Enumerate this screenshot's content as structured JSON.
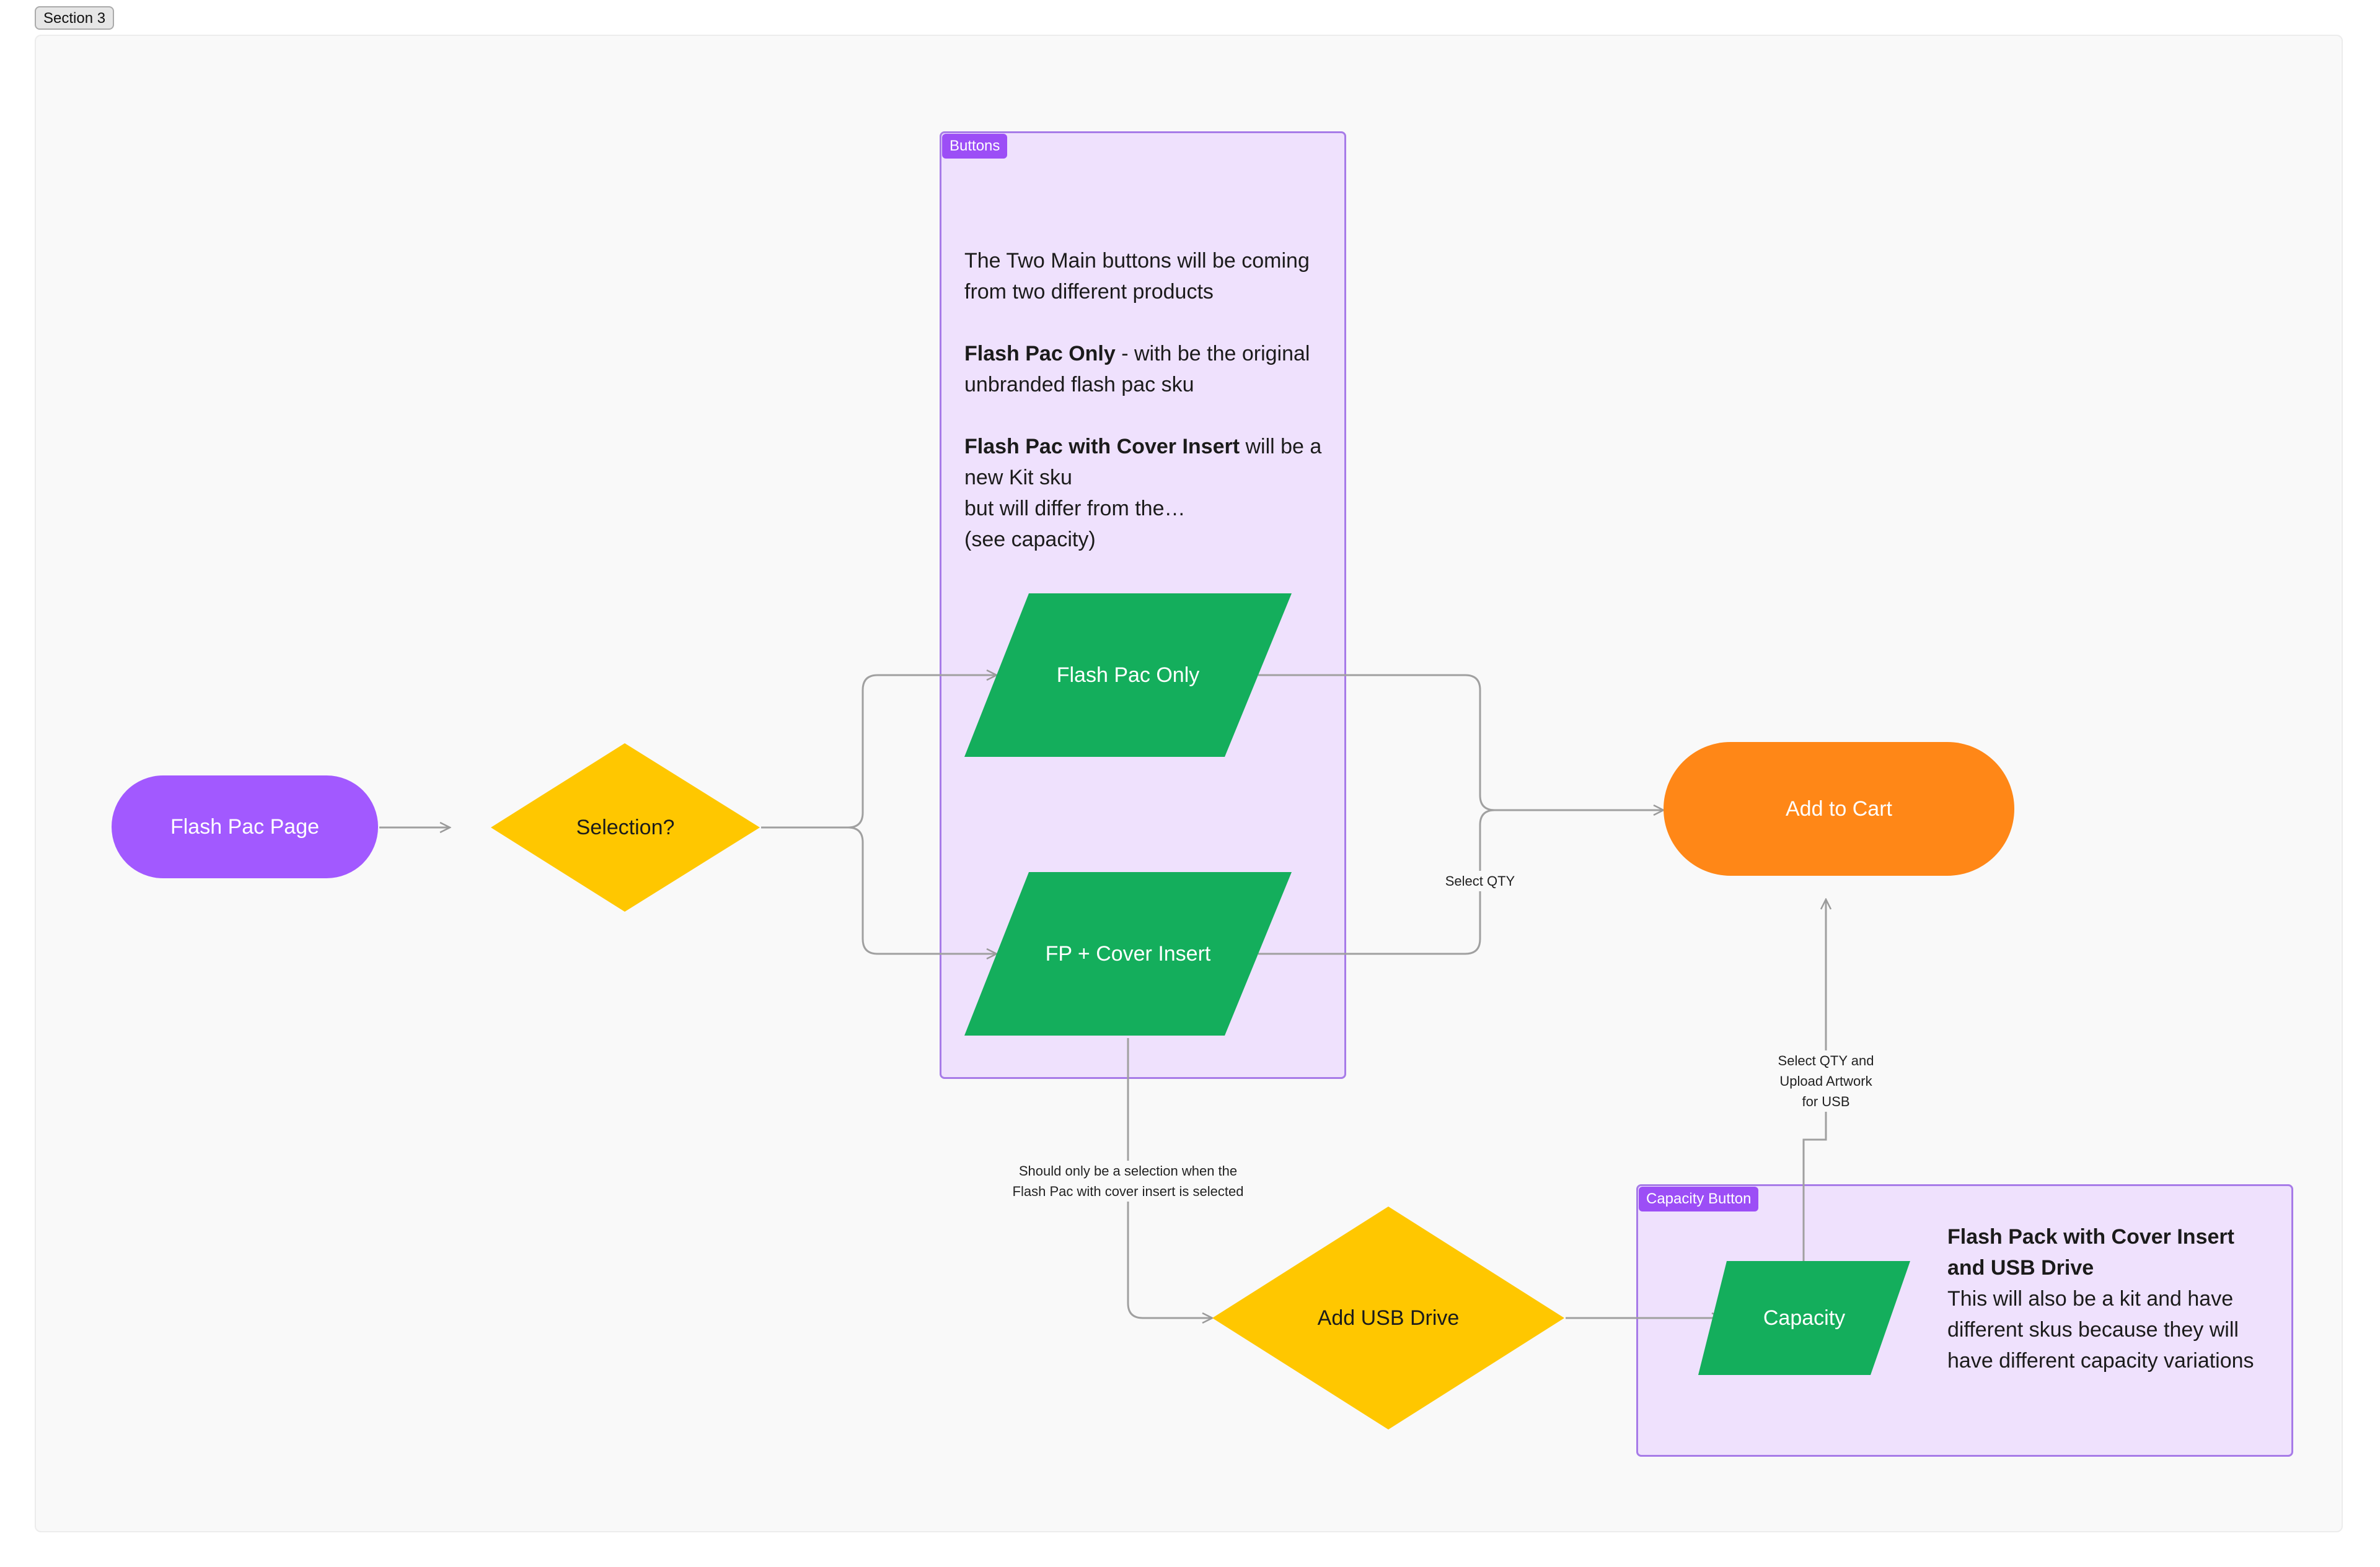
{
  "section": {
    "label": "Section 3"
  },
  "groups": {
    "buttons": {
      "tag": "Buttons",
      "note": {
        "intro": "The Two Main buttons will be coming from two different products",
        "p2_bold": "Flash Pac Only",
        "p2_rest": " - with be the original unbranded flash pac sku",
        "p3_bold": "Flash Pac with Cover Insert",
        "p3_rest": " will be a new Kit sku",
        "p3_line2": "but will differ from the…",
        "p3_line3": "(see capacity)"
      }
    },
    "capacity": {
      "tag": "Capacity Button",
      "note": {
        "bold": "Flash Pack with Cover Insert and USB Drive",
        "body": "This will also be a kit and have different skus because they will have different  capacity variations"
      }
    }
  },
  "nodes": {
    "flash_pac_page": {
      "label": "Flash Pac Page",
      "color": "#a259ff"
    },
    "selection": {
      "label": "Selection?",
      "color": "#ffc700"
    },
    "flash_pac_only": {
      "label": "Flash Pac Only",
      "color": "#14ae5c"
    },
    "fp_cover_insert": {
      "label": "FP + Cover Insert",
      "color": "#14ae5c"
    },
    "add_to_cart": {
      "label": "Add to Cart",
      "color": "#ff8717"
    },
    "add_usb_drive": {
      "label": "Add USB Drive",
      "color": "#ffc700"
    },
    "capacity": {
      "label": "Capacity",
      "color": "#14ae5c"
    }
  },
  "edges": {
    "select_qty": "Select QTY",
    "select_qty_upload": [
      "Select QTY and",
      "Upload Artwork",
      "for USB"
    ],
    "usb_condition": [
      "Should only be a selection when the",
      "Flash Pac with cover insert is selected"
    ]
  }
}
